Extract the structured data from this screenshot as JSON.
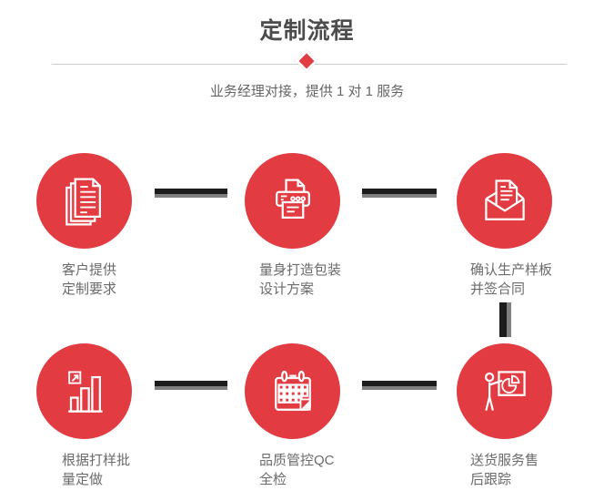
{
  "colors": {
    "accent": "#e23b41",
    "heading": "#4c4c4c",
    "subtitle": "#666666",
    "label": "#6b6b6b",
    "connector_dark": "#1c1c1c",
    "connector_gray": "#7f7f7f",
    "divider": "#cccccc",
    "icon_stroke": "#ffffff",
    "background": "#ffffff"
  },
  "header": {
    "title": "定制流程",
    "subtitle": "业务经理对接，提供 1 对 1 服务",
    "divider_ornament": "red-diamond"
  },
  "steps": [
    {
      "icon": "documents-icon",
      "label_line1": "客户提供",
      "label_line2": "定制要求"
    },
    {
      "icon": "printer-icon",
      "label_line1": "量身打造包装",
      "label_line2": "设计方案"
    },
    {
      "icon": "envelope-icon",
      "label_line1": "确认生产样板",
      "label_line2": "并签合同"
    },
    {
      "icon": "bar-chart-icon",
      "label_line1": "根据打样批",
      "label_line2": "量定做"
    },
    {
      "icon": "calendar-icon",
      "label_line1": "品质管控QC",
      "label_line2": "全检"
    },
    {
      "icon": "presentation-icon",
      "label_line1": "送货服务售",
      "label_line2": "后跟踪"
    }
  ]
}
